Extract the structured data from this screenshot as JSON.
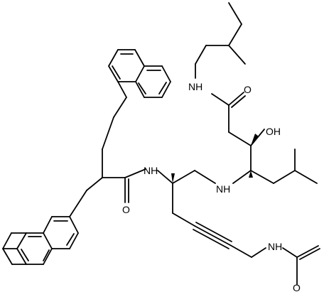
{
  "labels": {
    "nh_top": "NH",
    "o_top": "O",
    "oh": "OH",
    "nh_mid_left": "NH",
    "nh_mid_right": "NH",
    "o_amide": "O",
    "nh_bottom": "NH",
    "o_acetyl": "O"
  },
  "colors": {
    "bond": "#000000",
    "background": "#ffffff"
  }
}
